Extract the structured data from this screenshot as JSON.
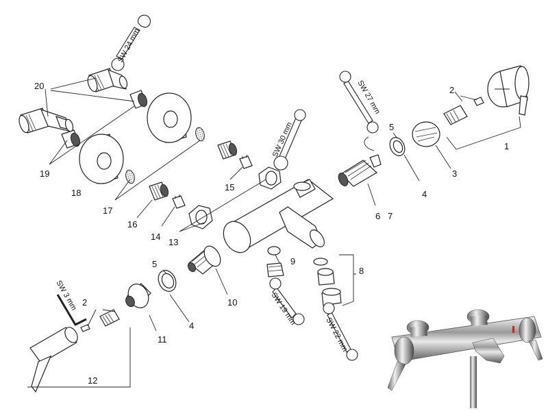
{
  "callouts": {
    "n1": "1",
    "n2a": "2",
    "n2b": "2",
    "n3": "3",
    "n4a": "4",
    "n4b": "4",
    "n5a": "5",
    "n5b": "5",
    "n6": "6",
    "n7": "7",
    "n8": "8",
    "n9": "9",
    "n10": "10",
    "n11": "11",
    "n12": "12",
    "n13": "13",
    "n14": "14",
    "n15": "15",
    "n16": "16",
    "n17": "17",
    "n18": "18",
    "n19": "19",
    "n20": "20"
  },
  "wrenches": {
    "sw24": "SW 24 mm",
    "sw27": "SW 27 mm",
    "sw30": "SW 30 mm",
    "sw19": "SW 19 mm",
    "sw22": "SW 22 mm",
    "sw3": "SW 3 mm"
  }
}
